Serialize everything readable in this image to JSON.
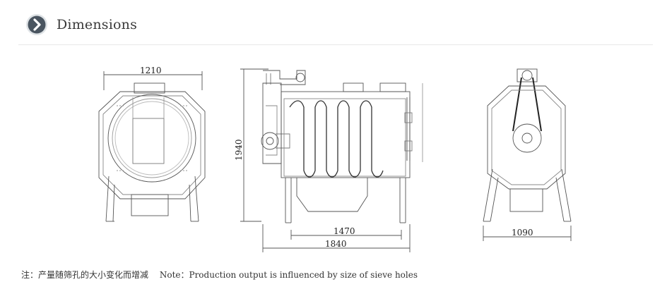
{
  "header": {
    "title": "Dimensions",
    "icon": "chevron-right-icon",
    "badge_color": "#4a5560"
  },
  "drawings": {
    "side_view": {
      "width_label": "1210"
    },
    "front_view": {
      "height_label": "1940",
      "inner_length_label": "1470",
      "overall_length_label": "1840"
    },
    "end_view": {
      "width_label": "1090"
    }
  },
  "note": {
    "chinese": "注：产量随筛孔的大小变化而增减",
    "english": "Note：Production output is influenced by size of sieve holes"
  }
}
